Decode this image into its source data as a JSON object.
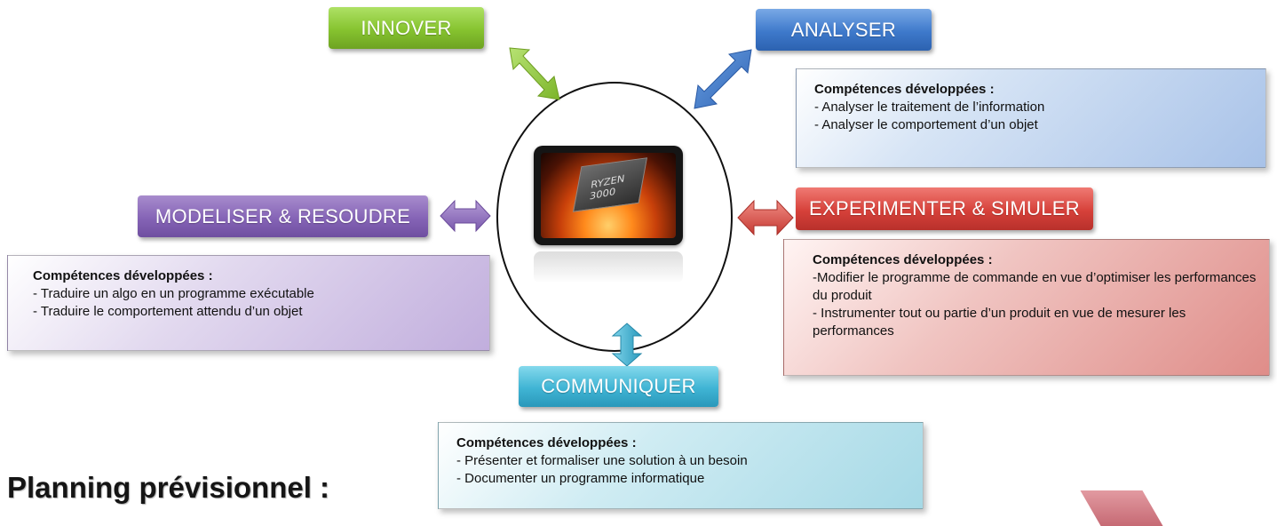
{
  "nodes": {
    "innover": {
      "label": "INNOVER"
    },
    "analyser": {
      "label": "ANALYSER",
      "title": "Compétences développées :",
      "lines": [
        "- Analyser le traitement de l’information",
        "- Analyser le comportement d’un objet"
      ]
    },
    "modeliser": {
      "label": "MODELISER & RESOUDRE",
      "title": "Compétences développées :",
      "lines": [
        "- Traduire un algo en un programme exécutable",
        "- Traduire le comportement attendu d’un objet"
      ]
    },
    "experimenter": {
      "label": "EXPERIMENTER & SIMULER",
      "title": "Compétences développées :",
      "lines": [
        "-Modifier le programme de commande en vue d’optimiser les performances du produit",
        "- Instrumenter tout ou partie d’un produit en vue de mesurer les performances"
      ]
    },
    "communiquer": {
      "label": "COMMUNIQUER",
      "title": "Compétences développées :",
      "lines": [
        "- Présenter et formaliser une solution à un besoin",
        "- Documenter un programme informatique"
      ]
    }
  },
  "center": {
    "chip_text": "RYZEN 3000"
  },
  "footer": {
    "heading": "Planning prévisionnel :"
  },
  "colors": {
    "innover": "#86c32f",
    "analyser": "#3e79cb",
    "modeliser": "#8564b6",
    "experimenter": "#d6413a",
    "communiquer": "#3fb4d4"
  }
}
